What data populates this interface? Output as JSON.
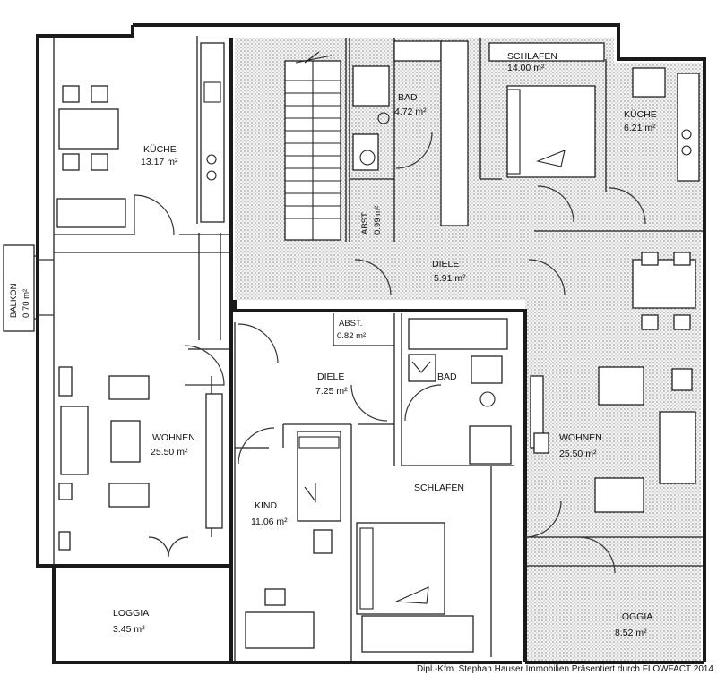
{
  "rooms": {
    "kueche_left": {
      "name": "KÜCHE",
      "area": "13.17 m²"
    },
    "balkon": {
      "name": "BALKON",
      "area": "0.70 m²"
    },
    "wohnen_left": {
      "name": "WOHNEN",
      "area": "25.50 m²"
    },
    "loggia_left": {
      "name": "LOGGIA",
      "area": "3.45 m²"
    },
    "schlafen_top": {
      "name": "SCHLAFEN",
      "area": "14.00 m²"
    },
    "bad_top": {
      "name": "BAD",
      "area": "4.72 m²"
    },
    "abst_top": {
      "name": "ABST.",
      "area": "0.99 m²"
    },
    "kueche_right": {
      "name": "KÜCHE",
      "area": "6.21 m²"
    },
    "diele_top": {
      "name": "DIELE",
      "area": "5.91 m²"
    },
    "abst_mid": {
      "name": "ABST.",
      "area": "0.82 m²"
    },
    "diele_mid": {
      "name": "DIELE",
      "area": "7.25 m²"
    },
    "bad_mid": {
      "name": "BAD"
    },
    "kind": {
      "name": "KIND",
      "area": "11.06 m²"
    },
    "schlafen_mid": {
      "name": "SCHLAFEN"
    },
    "wohnen_right": {
      "name": "WOHNEN",
      "area": "25.50 m²"
    },
    "loggia_right": {
      "name": "LOGGIA",
      "area": "8.52 m²"
    }
  },
  "credit": "Dipl.-Kfm. Stephan Hauser Immobilien Präsentiert durch FLOWFACT 2014",
  "colors": {
    "ink": "#1a1a1a",
    "hatch": "#9a9a9a",
    "paper": "#ffffff"
  }
}
